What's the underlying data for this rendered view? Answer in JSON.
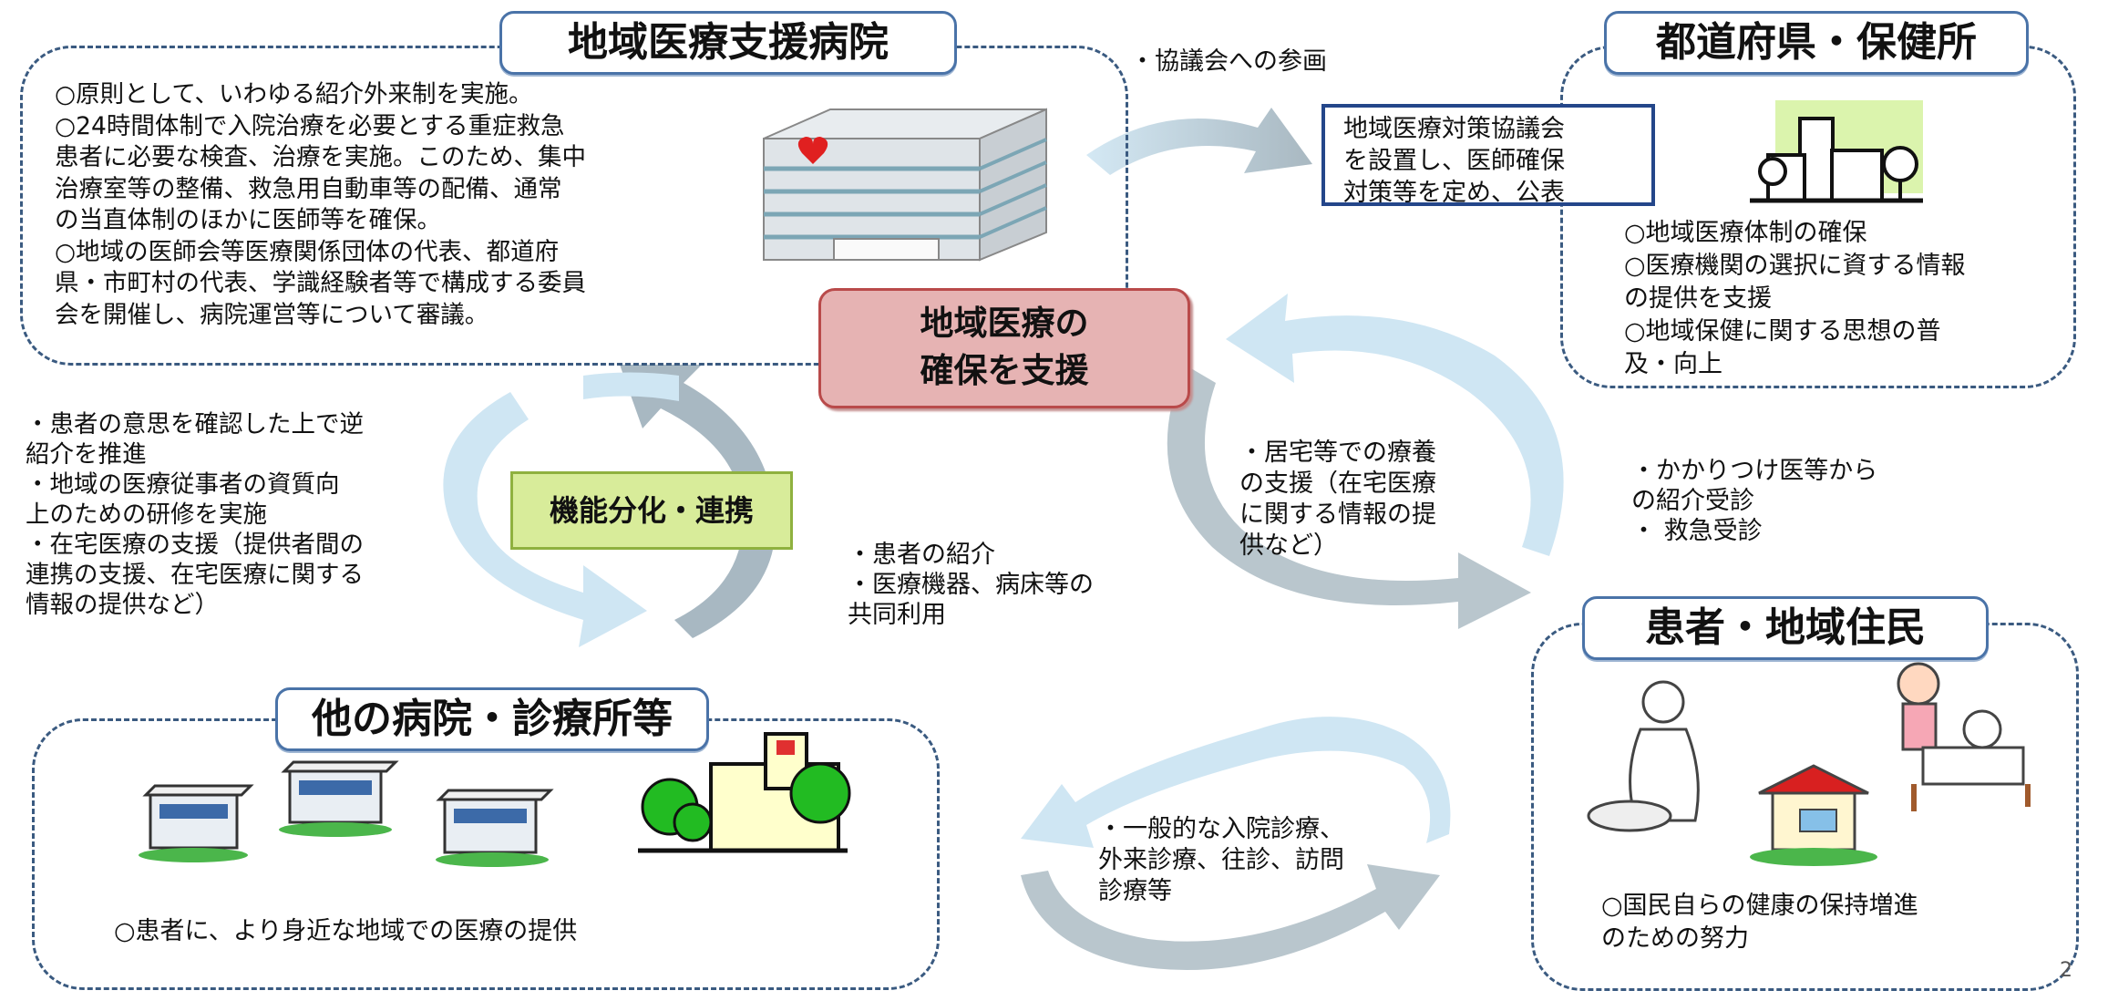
{
  "hospital": {
    "title": "地域医療支援病院",
    "lines": [
      "○原則として、いわゆる紹介外来制を実施。",
      "○24時間体制で入院治療を必要とする重症救急",
      "患者に必要な検査、治療を実施。このため、集中",
      "治療室等の整備、救急用自動車等の配備、通常",
      "の当直体制のほかに医師等を確保。",
      "○地域の医師会等医療関係団体の代表、都道府",
      "県・市町村の代表、学識経験者等で構成する委員",
      "会を開催し、病院運営等について審議。"
    ]
  },
  "participation": "・協議会への参画",
  "council": {
    "lines": [
      "地域医療対策協議会",
      "を設置し、医師確保",
      "対策等を定め、公表"
    ]
  },
  "prefecture": {
    "title": "都道府県・保健所",
    "lines": [
      "○地域医療体制の確保",
      "○医療機関の選択に資する情報",
      "の提供を支援",
      "○地域保健に関する思想の普",
      "及・向上"
    ]
  },
  "center": {
    "lines": [
      "地域医療の",
      "確保を支援"
    ]
  },
  "function_label": "機能分化・連携",
  "left_notes": [
    "・患者の意思を確認した上で逆",
    "紹介を推進",
    "・地域の医療従事者の資質向",
    "上のための研修を実施",
    "・在宅医療の支援（提供者間の",
    "連携の支援、在宅医療に関する",
    "情報の提供など）"
  ],
  "referral_notes": [
    "・患者の紹介",
    "・医療機器、病床等の",
    "共同利用"
  ],
  "home_care_notes": [
    "・居宅等での療養",
    "の支援（在宅医療",
    "に関する情報の提",
    "供など）"
  ],
  "acceptance_notes": [
    "・かかりつけ医等から",
    "の紹介受診",
    "・ 救急受診"
  ],
  "patients": {
    "title": "患者・地域住民",
    "lines": [
      "○国民自らの健康の保持増進",
      "のための努力"
    ]
  },
  "clinics": {
    "title": "他の病院・診療所等",
    "text": "○患者に、より身近な地域での医療の提供"
  },
  "general_notes": [
    "・一般的な入院診療、",
    "外来診療、往診、訪問",
    "診療等"
  ],
  "page_number": "2",
  "colors": {
    "dash_border": "#3a5a80",
    "header_border": "#4a73a8",
    "center_fill": "#e6b3b3",
    "center_border": "#b94a4a",
    "function_fill": "#d8ec9a",
    "council_border": "#24468a",
    "arrow_gray": "#a8b8c2",
    "arrow_light": "#cfe6f3"
  }
}
